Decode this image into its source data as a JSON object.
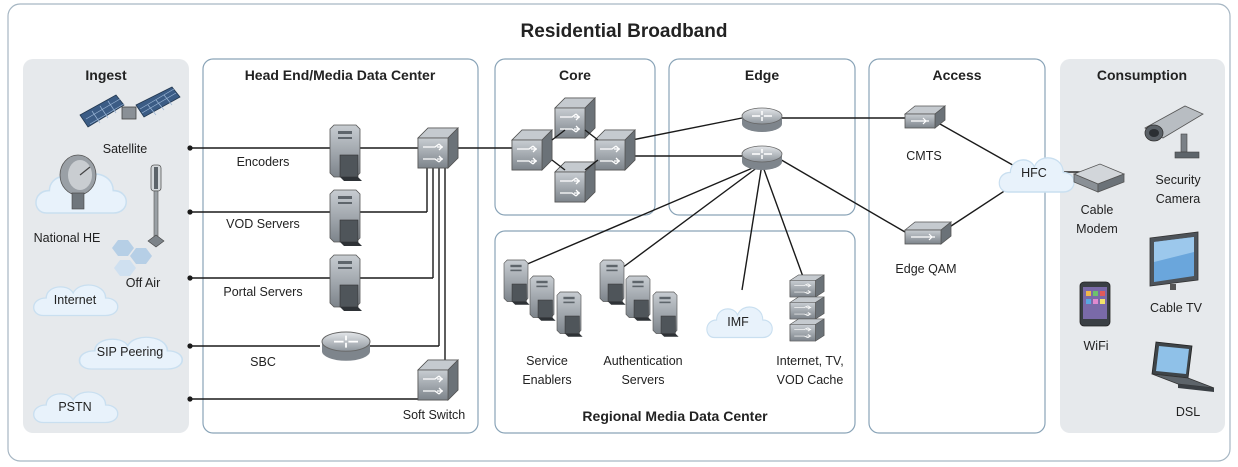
{
  "title": "Residential Broadband",
  "panels": {
    "ingest": "Ingest",
    "headend": "Head End/Media Data Center",
    "core": "Core",
    "edge": "Edge",
    "regional": "Regional Media Data Center",
    "access": "Access",
    "consumption": "Consumption"
  },
  "ingest": {
    "satellite": "Satellite",
    "national_he": "National HE",
    "off_air": "Off Air",
    "internet": "Internet",
    "sip_peering": "SIP Peering",
    "pstn": "PSTN"
  },
  "headend": {
    "encoders": "Encoders",
    "vod_servers": "VOD Servers",
    "portal_servers": "Portal Servers",
    "sbc": "SBC",
    "soft_switch": "Soft Switch"
  },
  "regional": {
    "service_enablers_1": "Service",
    "service_enablers_2": "Enablers",
    "auth_1": "Authentication",
    "auth_2": "Servers",
    "imf": "IMF",
    "cache_1": "Internet, TV,",
    "cache_2": "VOD Cache"
  },
  "access": {
    "cmts": "CMTS",
    "edge_qam": "Edge QAM",
    "hfc": "HFC"
  },
  "consumption": {
    "cable_modem_1": "Cable",
    "cable_modem_2": "Modem",
    "security_camera_1": "Security",
    "security_camera_2": "Camera",
    "cable_tv": "Cable TV",
    "wifi": "WiFi",
    "dsl": "DSL"
  },
  "colors": {
    "panel_border": "#8aa4b8",
    "shaded_panel": "#e6e9ec",
    "cloud_fill": "#e8f2fb",
    "device_gray": "#8c9196"
  }
}
